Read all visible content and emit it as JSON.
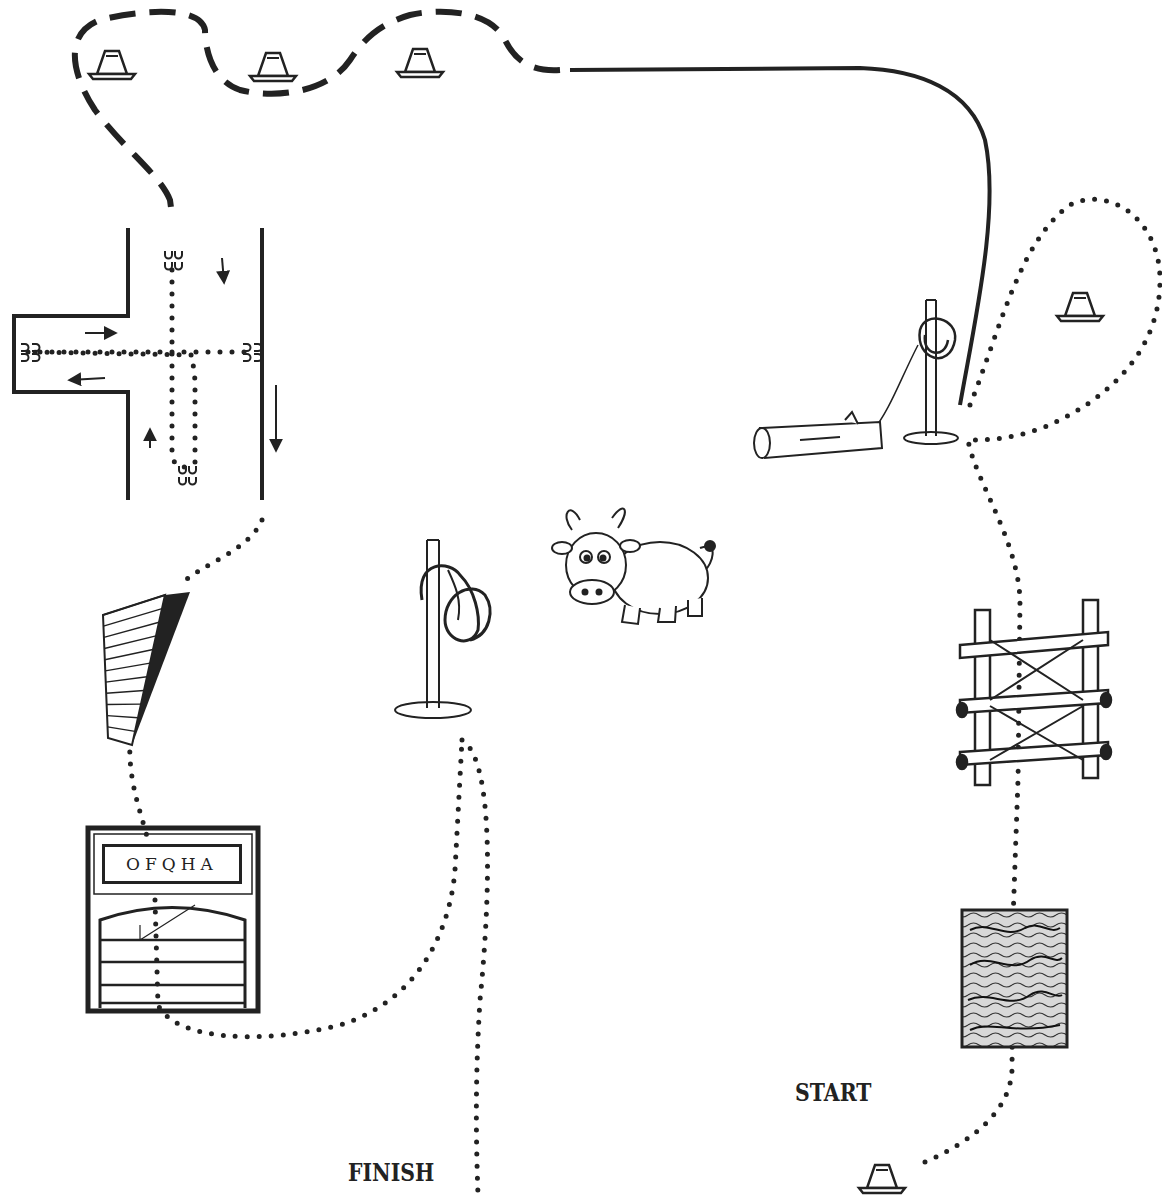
{
  "diagram": {
    "nodes": [
      {
        "text": [
          "OFQHA"
        ]
      }
    ],
    "labels": [
      "START",
      "FINISH"
    ]
  }
}
